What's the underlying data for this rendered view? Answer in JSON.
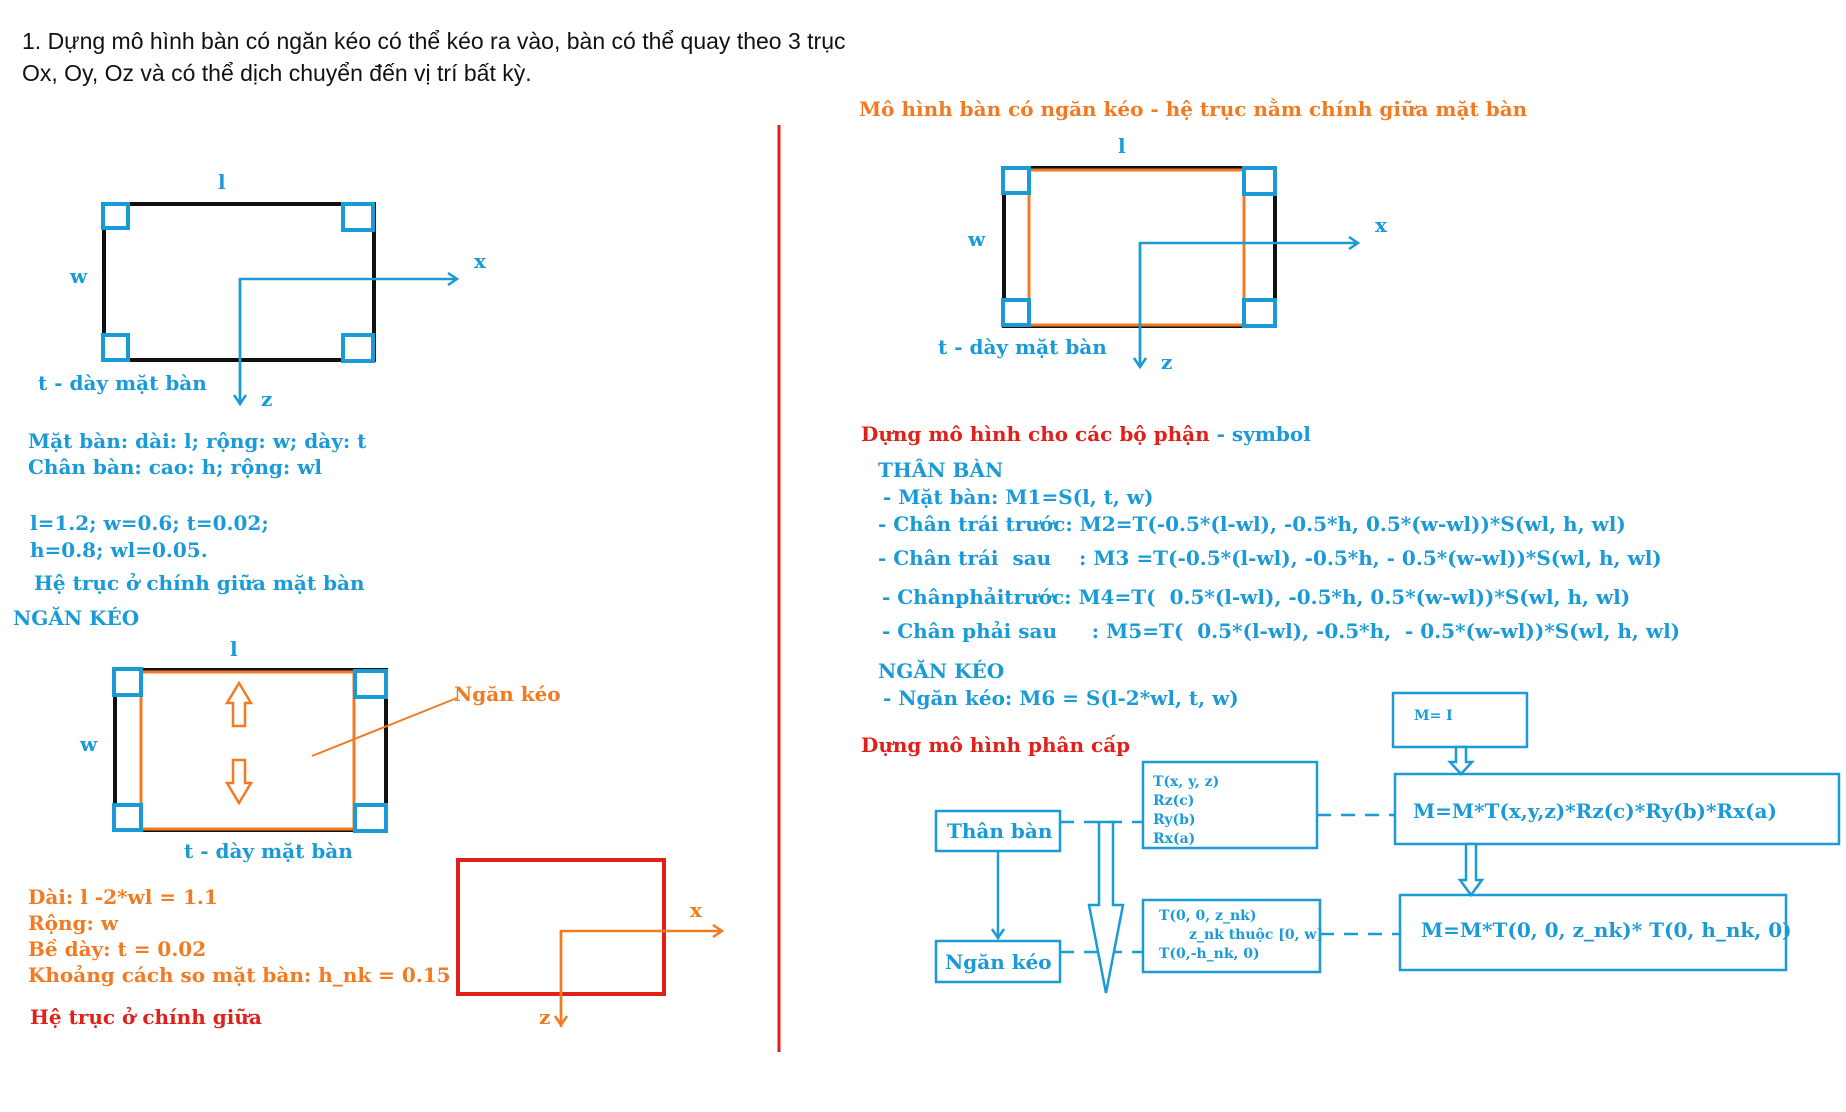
{
  "heading": {
    "line1": "1. Dựng mô hình bàn có ngăn kéo có thể kéo ra vào, bàn có thể quay theo 3 trục",
    "line2": "Ox, Oy, Oz và có thể dịch chuyển đến vị trí bất kỳ."
  },
  "left": {
    "table_top": {
      "label_l": "l",
      "label_w": "w",
      "label_x": "x",
      "label_z": "z",
      "thickness": "t - dày mặt bàn"
    },
    "spec1": "Mặt bàn: dài: l; rộng: w; dày: t",
    "spec2": "Chân bàn: cao: h; rộng: wl",
    "values1": "l=1.2; w=0.6; t=0.02;",
    "values2": "h=0.8; wl=0.05.",
    "axis_note": "Hệ trục ở chính giữa mặt bàn",
    "drawer_heading": "NGĂN KÉO",
    "drawer_fig": {
      "label_l": "l",
      "label_w": "w",
      "callout": "Ngăn kéo",
      "thickness": "t - dày mặt bàn"
    },
    "drawer_specs": [
      "Dài: l -2*wl = 1.1",
      "Rộng: w",
      "Bề dày: t = 0.02",
      "Khoảng cách so mặt bàn: h_nk = 0.15"
    ],
    "drawer_axis_note": "Hệ trục ở chính giữa",
    "small_fig": {
      "label_x": "x",
      "label_z": "z"
    }
  },
  "right": {
    "fig_title": "Mô hình bàn có ngăn kéo - hệ trục nằm chính giữa mặt bàn",
    "fig": {
      "label_l": "l",
      "label_w": "w",
      "label_x": "x",
      "label_z": "z",
      "thickness": "t - dày mặt bàn"
    },
    "parts_title": "Dựng mô hình cho các bộ phận",
    "parts_suffix": " - symbol",
    "body_heading": "THÂN BÀN",
    "body_items": [
      "- Mặt bàn: M1=S(l, t, w)",
      "- Chân trái trước: M2=T(-0.5*(l-wl), -0.5*h, 0.5*(w-wl))*S(wl, h, wl)",
      "- Chân trái  sau    : M3 =T(-0.5*(l-wl), -0.5*h, - 0.5*(w-wl))*S(wl, h, wl)",
      "- Chânphảitrước: M4=T(  0.5*(l-wl), -0.5*h, 0.5*(w-wl))*S(wl, h, wl)",
      "- Chân phải sau     : M5=T(  0.5*(l-wl), -0.5*h,  - 0.5*(w-wl))*S(wl, h, wl)"
    ],
    "drawer_heading": "NGĂN KÉO",
    "drawer_item": "- Ngăn kéo: M6 = S(l-2*wl, t, w)",
    "hier_title": "Dựng mô hình phân cấp",
    "hier": {
      "identity": "M= I",
      "body_node": "Thân bàn",
      "drawer_node": "Ngăn kéo",
      "body_transforms": [
        "T(x, y, z)",
        "Rz(c)",
        "Ry(b)",
        "Rx(a)"
      ],
      "body_matrix": "M=M*T(x,y,z)*Rz(c)*Ry(b)*Rx(a)",
      "drawer_transforms": [
        "T(0, 0, z_nk)",
        "z_nk thuộc [0, w]",
        "T(0,-h_nk, 0)"
      ],
      "drawer_matrix": "M=M*T(0, 0, z_nk)* T(0, h_nk, 0)"
    }
  },
  "colors": {
    "blue": "#1a9ad6",
    "orange": "#f07b22",
    "red": "#e0211b",
    "black": "#111111"
  }
}
